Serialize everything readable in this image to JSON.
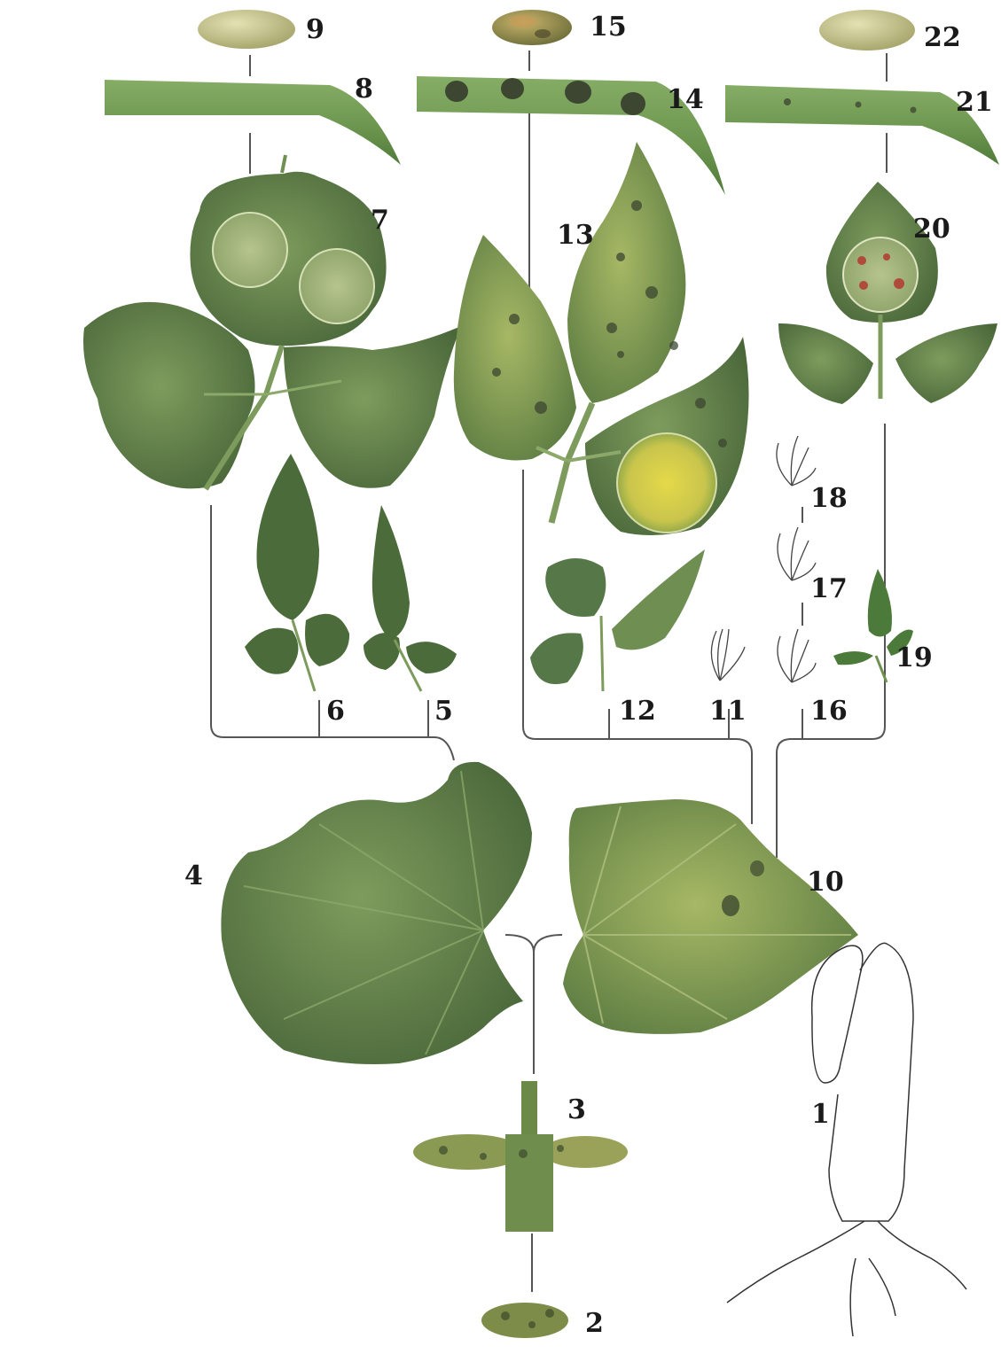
{
  "labels": {
    "n1": "1",
    "n2": "2",
    "n3": "3",
    "n4": "4",
    "n5": "5",
    "n6": "6",
    "n7": "7",
    "n8": "8",
    "n9": "9",
    "n10": "10",
    "n11": "11",
    "n12": "12",
    "n13": "13",
    "n14": "14",
    "n15": "15",
    "n16": "16",
    "n17": "17",
    "n18": "18",
    "n19": "19",
    "n20": "20",
    "n21": "21",
    "n22": "22"
  },
  "colors": {
    "leaf_dark": "#4f6d3c",
    "leaf_mid": "#6a8a4e",
    "leaf_light": "#8aa864",
    "leaf_yellow": "#c8cf5a",
    "pod": "#6f9a52",
    "seed": "#c9c98a",
    "lesion": "#3b3a32",
    "outline": "#333333",
    "connector": "#555555"
  }
}
